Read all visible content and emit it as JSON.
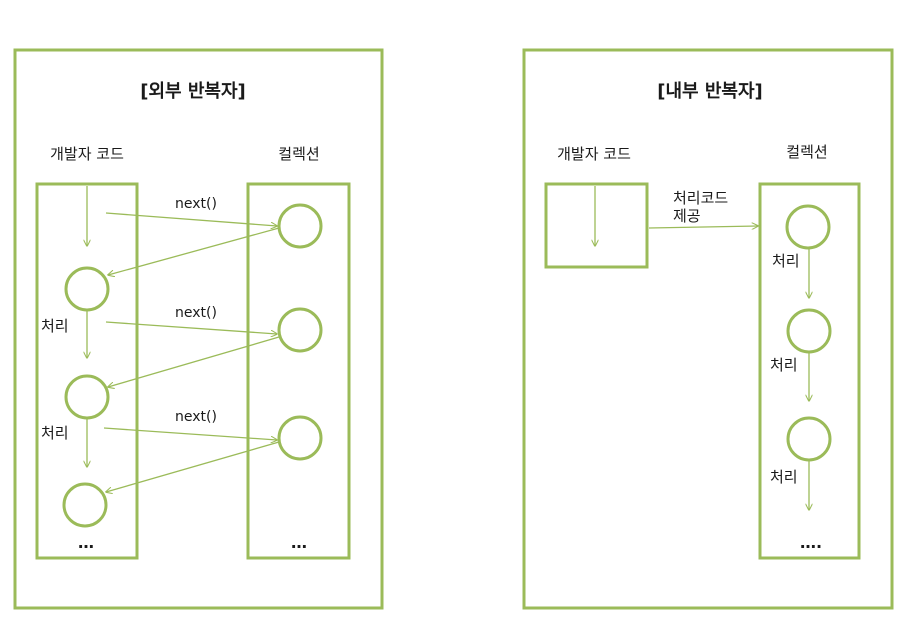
{
  "left_panel": {
    "title": "[외부 반복자]",
    "developer_label": "개발자 코드",
    "collection_label": "컬렉션",
    "next_labels": [
      "next()",
      "next()",
      "next()"
    ],
    "process_labels": [
      "처리",
      "처리"
    ],
    "developer_ellipsis": "…",
    "collection_ellipsis": "…"
  },
  "right_panel": {
    "title": "[내부 반복자]",
    "developer_label": "개발자 코드",
    "collection_label": "컬렉션",
    "provide_label_line1": "처리코드",
    "provide_label_line2": "제공",
    "process_labels": [
      "처리",
      "처리",
      "처리"
    ],
    "collection_ellipsis": "…."
  },
  "colors": {
    "accent_green": "#9bbb59",
    "text": "#1a1a1a"
  }
}
